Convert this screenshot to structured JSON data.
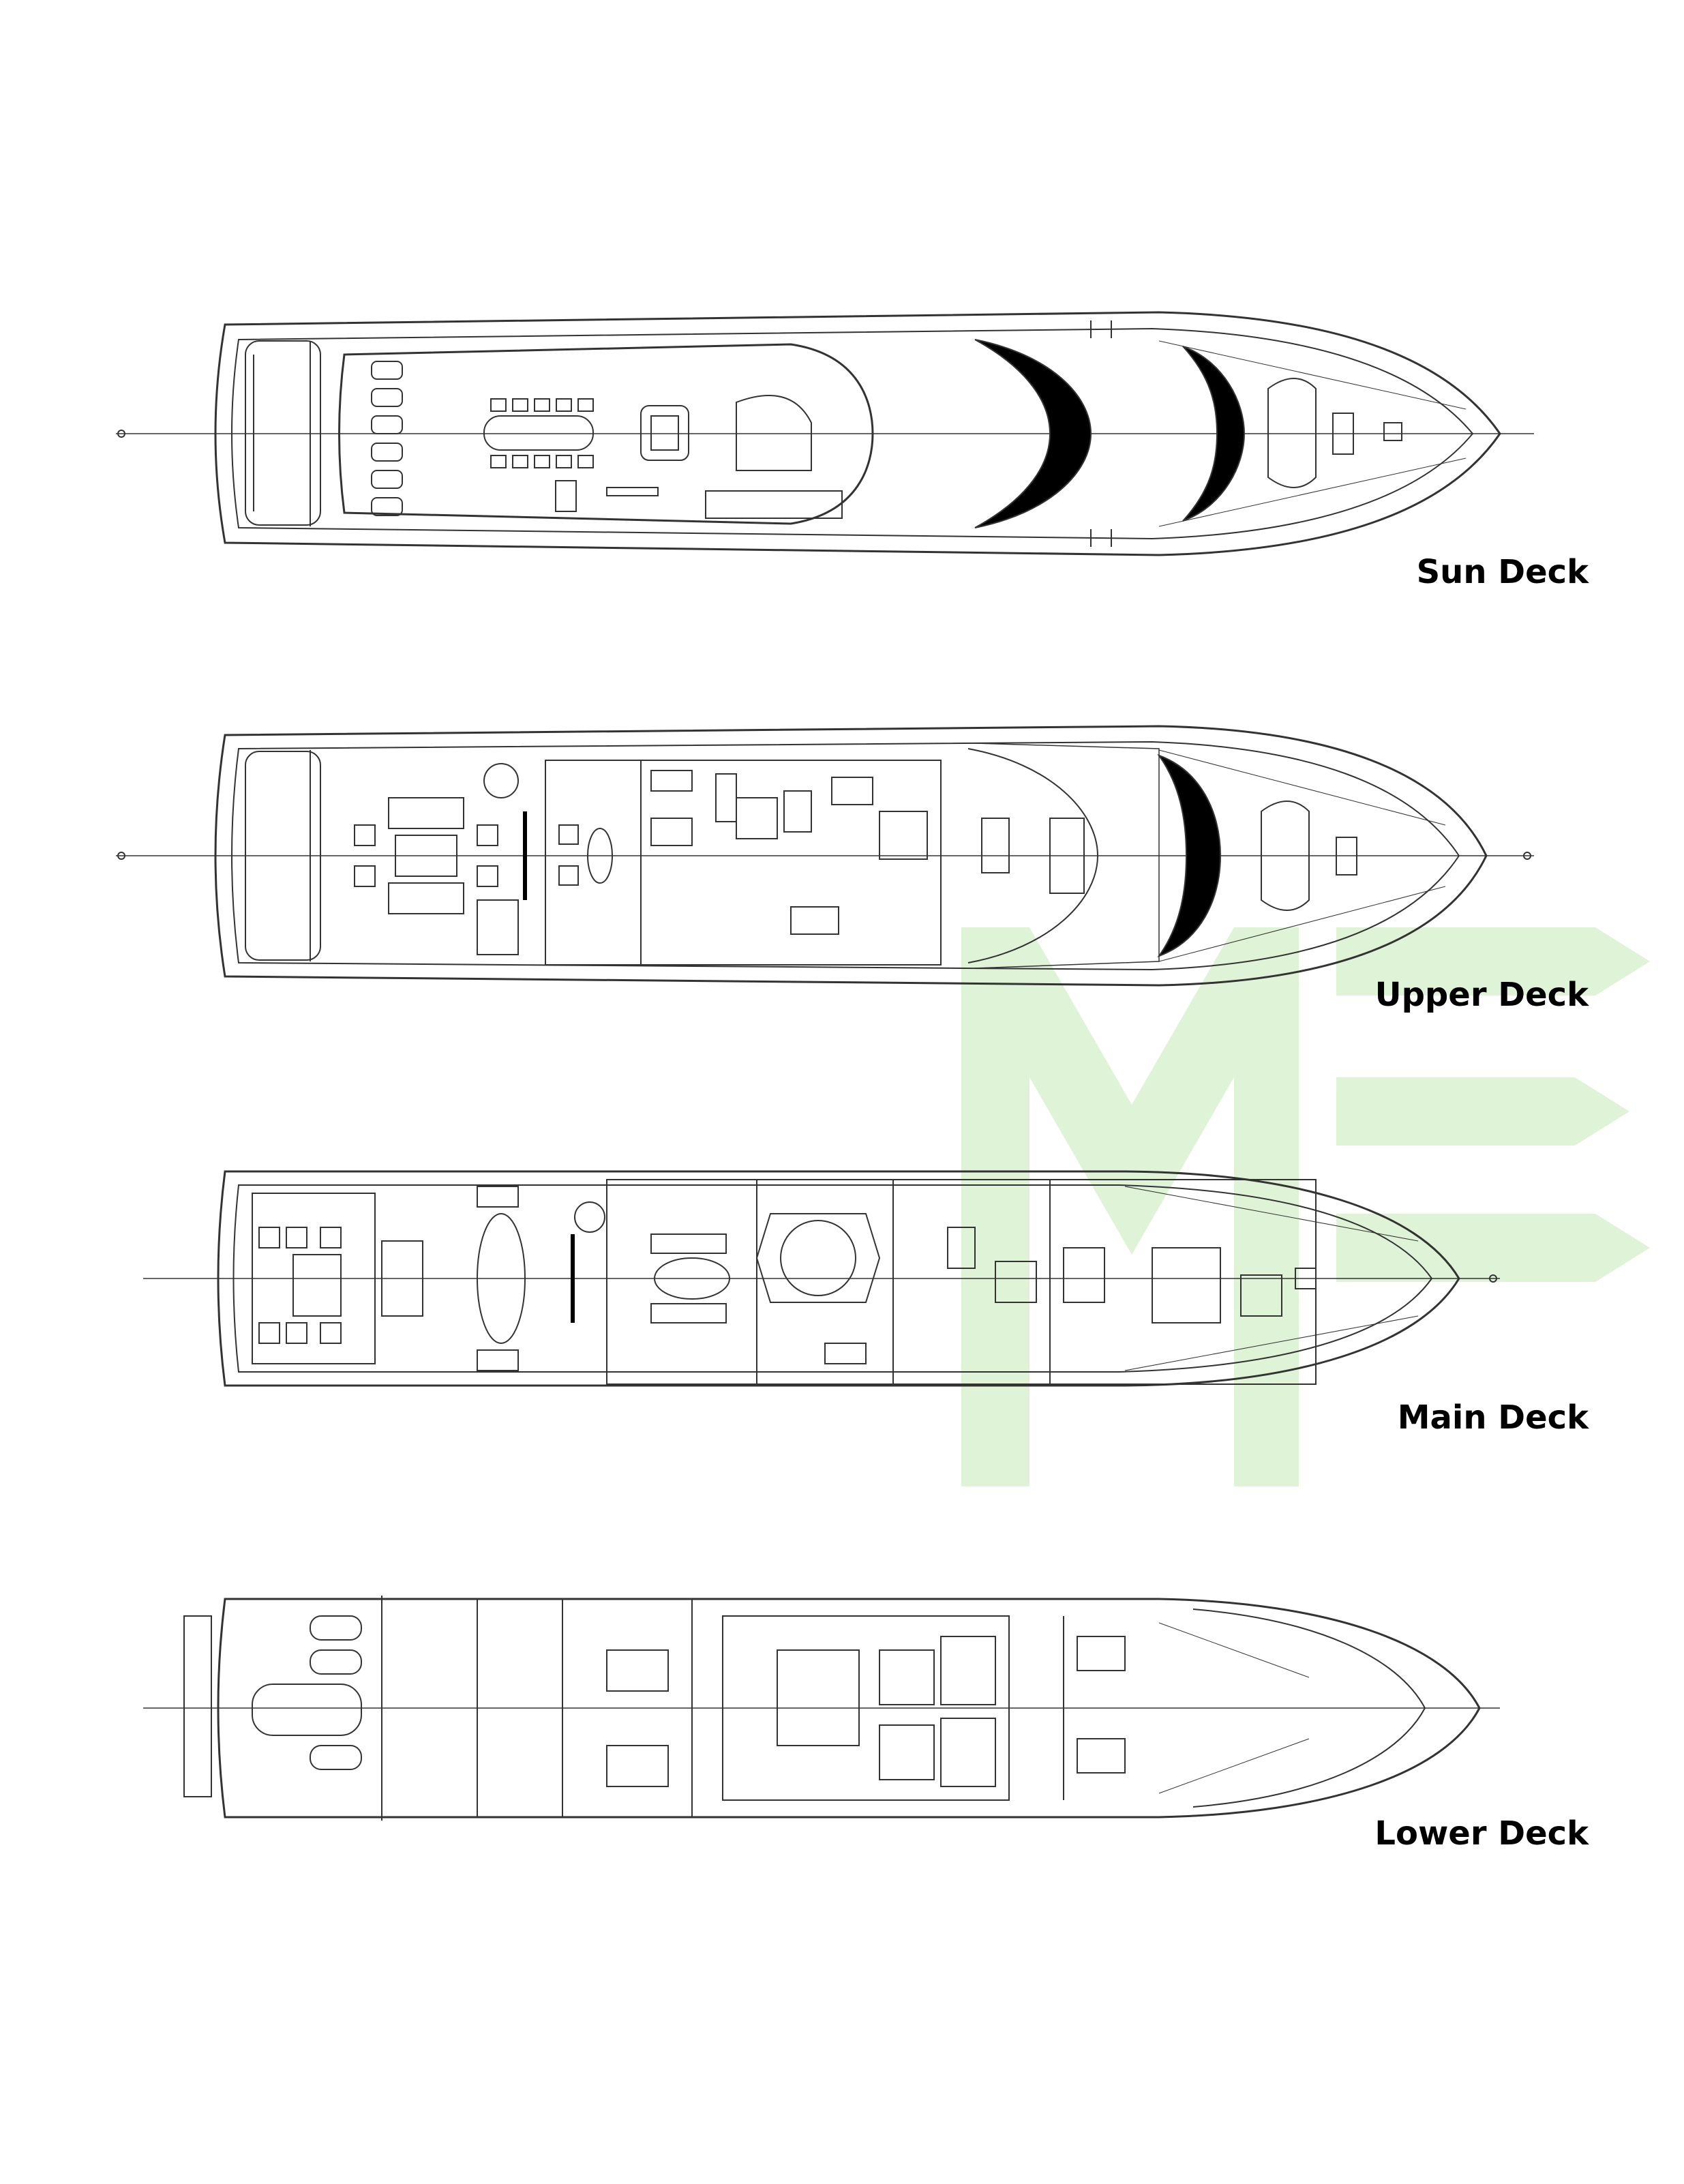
{
  "decks": [
    {
      "key": "sun",
      "label": "Sun Deck"
    },
    {
      "key": "upper",
      "label": "Upper Deck"
    },
    {
      "key": "main",
      "label": "Main Deck"
    },
    {
      "key": "lower",
      "label": "Lower Deck"
    }
  ],
  "colors": {
    "line": "#333333",
    "fill": "#000000",
    "watermark": "#dff3d6",
    "background": "#ffffff"
  },
  "watermark": {
    "icon": "brand-logo-watermark"
  }
}
